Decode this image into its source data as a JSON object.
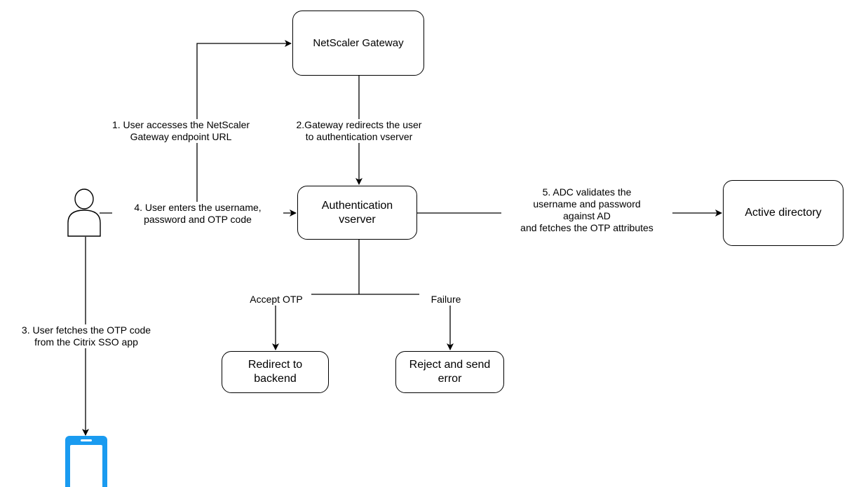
{
  "nodes": {
    "gateway": "NetScaler Gateway",
    "auth": "Authentication vserver",
    "ad": "Active directory",
    "redirect": "Redirect to backend",
    "reject": "Reject and send error"
  },
  "edges": {
    "step1": "1. User accesses the NetScaler\nGateway endpoint URL",
    "step2": "2.Gateway redirects the user\nto authentication vserver",
    "step3": "3. User fetches the OTP code\nfrom the Citrix SSO app",
    "step4": "4. User enters the username,\npassword and OTP code",
    "step5": "5. ADC validates the\nusername and password\nagainst AD\nand fetches the OTP attributes",
    "accept": "Accept OTP",
    "failure": "Failure"
  },
  "icons": {
    "user": "user-icon",
    "phone": "mobile-phone-icon"
  },
  "colors": {
    "phone": "#1a9bf0",
    "line": "#000000"
  }
}
